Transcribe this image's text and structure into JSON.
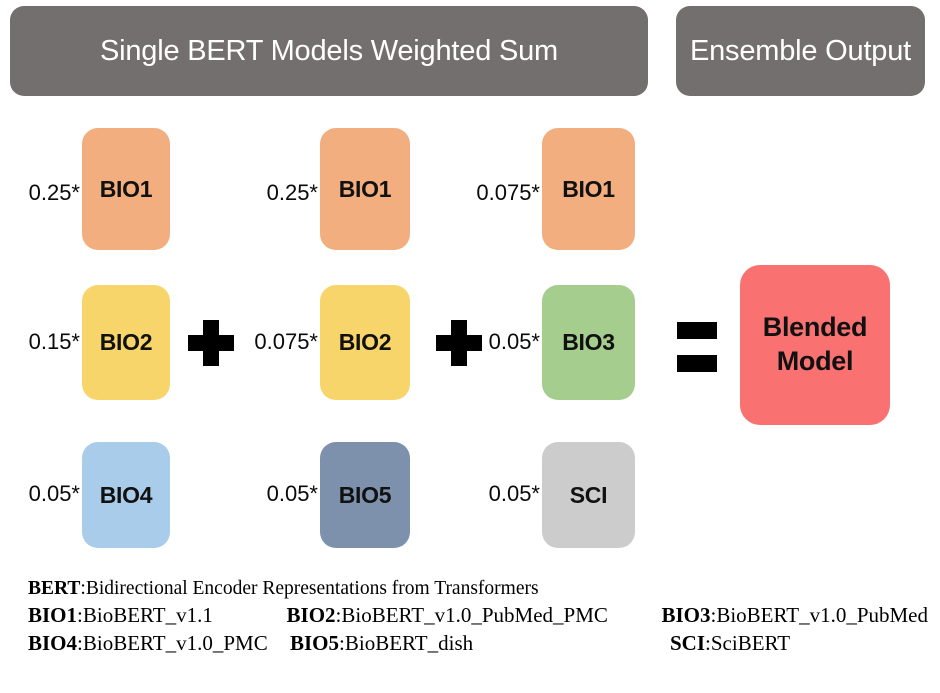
{
  "headers": {
    "left": "Single BERT Models Weighted Sum",
    "right": "Ensemble Output"
  },
  "colors": {
    "banner": "#736f6e",
    "bio1": "#F2AE7E",
    "bio2": "#F8D56B",
    "bio3": "#A5CE8E",
    "bio4": "#A8CCE9",
    "bio5": "#7E91AC",
    "sci": "#CCCCCC",
    "blended": "#FA7171",
    "operator": "#000000",
    "text_dark": "#111111",
    "text_light": "#FFFFFF"
  },
  "terms": [
    {
      "weight": "0.25*",
      "model": "BIO1",
      "color": "#F2AE7E",
      "column": 1,
      "row": 1
    },
    {
      "weight": "0.15*",
      "model": "BIO2",
      "color": "#F8D56B",
      "column": 1,
      "row": 2
    },
    {
      "weight": "0.05*",
      "model": "BIO4",
      "color": "#A8CCE9",
      "column": 1,
      "row": 3
    },
    {
      "weight": "0.25*",
      "model": "BIO1",
      "color": "#F2AE7E",
      "column": 2,
      "row": 1
    },
    {
      "weight": "0.075*",
      "model": "BIO2",
      "color": "#F8D56B",
      "column": 2,
      "row": 2
    },
    {
      "weight": "0.05*",
      "model": "BIO5",
      "color": "#7E91AC",
      "column": 2,
      "row": 3
    },
    {
      "weight": "0.075*",
      "model": "BIO1",
      "color": "#F2AE7E",
      "column": 3,
      "row": 1
    },
    {
      "weight": "0.05*",
      "model": "BIO3",
      "color": "#A5CE8E",
      "column": 3,
      "row": 2
    },
    {
      "weight": "0.05*",
      "model": "SCI",
      "color": "#CCCCCC",
      "column": 3,
      "row": 3
    }
  ],
  "operators": {
    "plus_1": "+",
    "plus_2": "+",
    "equals": "="
  },
  "output": {
    "label_line1": "Blended",
    "label_line2": "Model"
  },
  "legend": {
    "rows": [
      [
        {
          "key": "BERT",
          "sep": ": ",
          "value": "Bidirectional Encoder Representations from Transformers"
        }
      ],
      [
        {
          "key": "BIO1",
          "sep": ": ",
          "value": "BioBERT_v1.1"
        },
        {
          "key": "BIO2",
          "sep": ":  ",
          "value": "BioBERT_v1.0_PubMed_PMC"
        },
        {
          "key": "BIO3",
          "sep": ": ",
          "value": "BioBERT_v1.0_PubMed"
        }
      ],
      [
        {
          "key": "BIO4",
          "sep": ": ",
          "value": "BioBERT_v1.0_PMC"
        },
        {
          "key": "BIO5",
          "sep": ":  ",
          "value": "BioBERT_dish"
        },
        {
          "key": "SCI",
          "sep": ":",
          "value": "SciBERT"
        }
      ]
    ]
  }
}
